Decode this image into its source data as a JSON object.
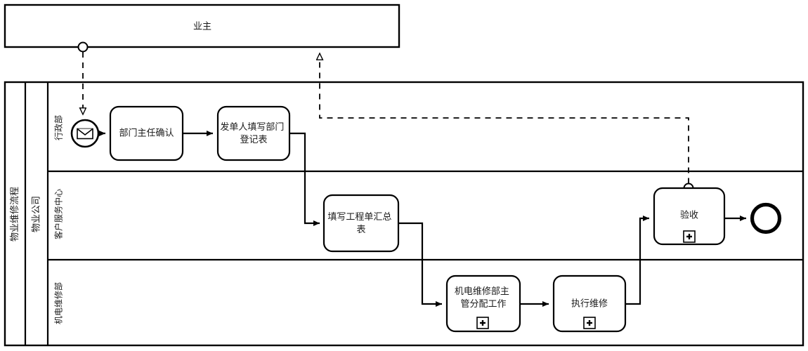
{
  "diagram": {
    "type": "bpmn-flowchart",
    "title": "物业维修流程",
    "pools": [
      {
        "id": "owner",
        "label": "业主",
        "label_orientation": "horizontal"
      },
      {
        "id": "company",
        "label": "物业公司",
        "label_orientation": "vertical"
      }
    ],
    "process_band_label": "物业维修流程",
    "lanes": [
      {
        "id": "admin",
        "label": "行政部"
      },
      {
        "id": "service",
        "label": "客户服务中心"
      },
      {
        "id": "maintenance",
        "label": "机电维修部"
      }
    ],
    "events": [
      {
        "id": "start",
        "kind": "message-start-event",
        "lane": "admin",
        "icon": "envelope-icon",
        "label": ""
      },
      {
        "id": "end",
        "kind": "end-event",
        "lane": "service",
        "label": ""
      }
    ],
    "tasks": [
      {
        "id": "t1",
        "lane": "admin",
        "label": "部门主任确认",
        "marker": ""
      },
      {
        "id": "t2",
        "lane": "admin",
        "label": "发单人填写部门登记表",
        "marker": ""
      },
      {
        "id": "t3",
        "lane": "service",
        "label": "填写工程单汇总表",
        "marker": ""
      },
      {
        "id": "t4",
        "lane": "maintenance",
        "label": "机电维修部主管分配工作",
        "marker": "plus-icon"
      },
      {
        "id": "t5",
        "lane": "maintenance",
        "label": "执行维修",
        "marker": "plus-icon"
      },
      {
        "id": "t6",
        "lane": "service",
        "label": "验收",
        "marker": "plus-icon"
      }
    ],
    "sequence_flows": [
      {
        "from": "start",
        "to": "t1"
      },
      {
        "from": "t1",
        "to": "t2"
      },
      {
        "from": "t2",
        "to": "t3"
      },
      {
        "from": "t3",
        "to": "t4"
      },
      {
        "from": "t4",
        "to": "t5"
      },
      {
        "from": "t5",
        "to": "t6"
      },
      {
        "from": "t6",
        "to": "end"
      }
    ],
    "message_flows": [
      {
        "from": "owner",
        "to": "start",
        "style": "dashed"
      },
      {
        "from": "t6",
        "to": "owner",
        "style": "dashed"
      }
    ],
    "colors": {
      "stroke": "#000000",
      "fill": "#ffffff",
      "text": "#1a1a1a"
    }
  }
}
